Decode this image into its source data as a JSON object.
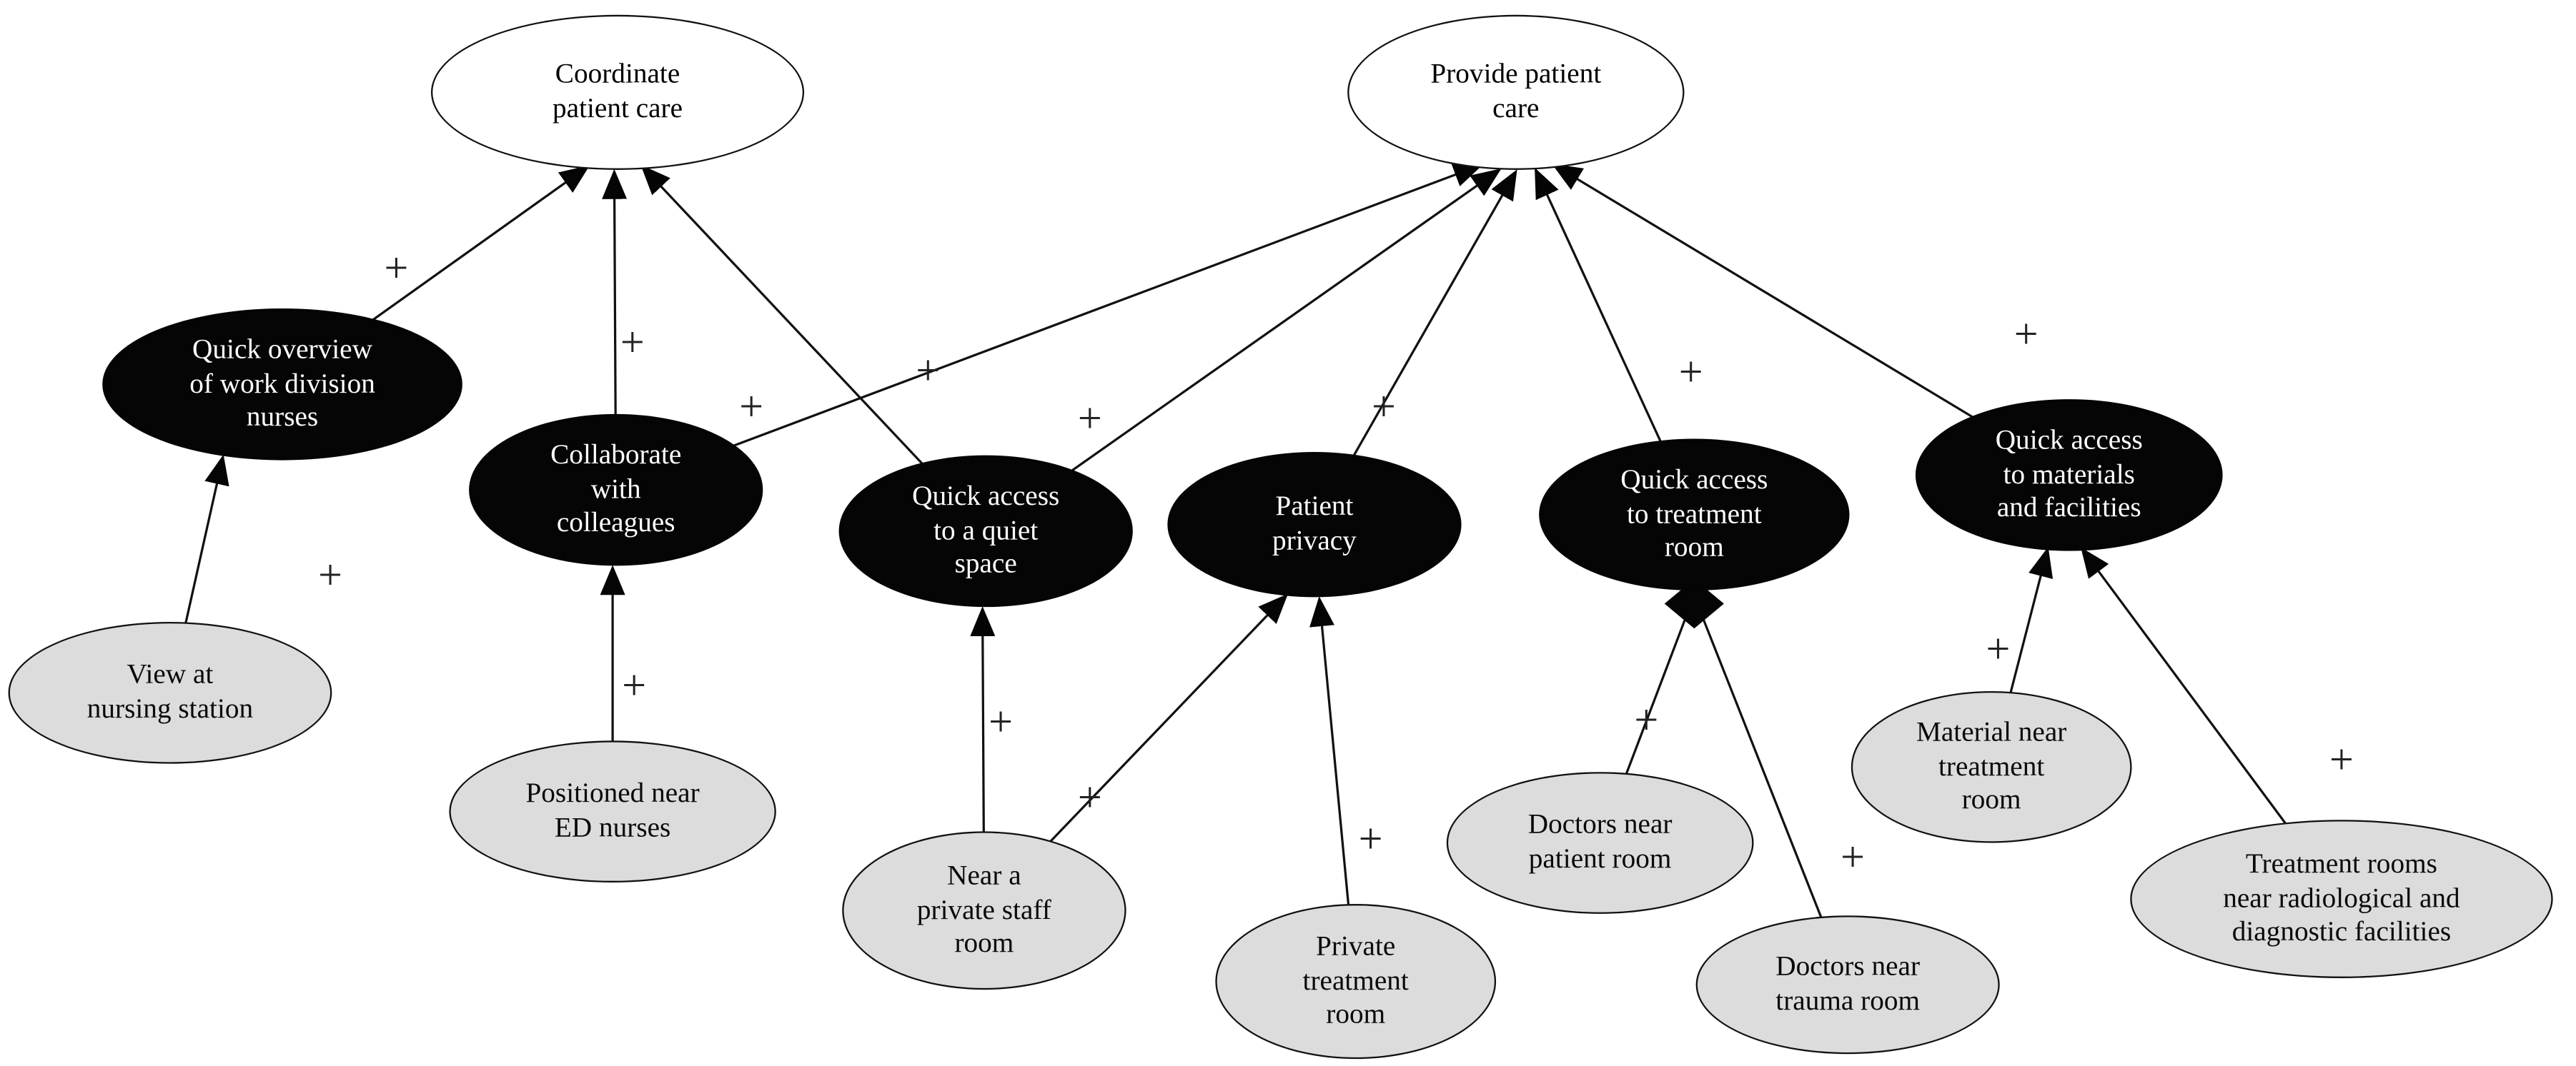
{
  "diagram": {
    "type": "goal-contribution-diagram",
    "background_color": "#ffffff",
    "colors": {
      "goal_fill": "#ffffff",
      "softgoal_fill": "#050505",
      "operationalization_fill": "#dcdcdc",
      "stroke": "#111111",
      "text_on_dark": "#ffffff",
      "text_on_light": "#000000"
    },
    "connector_glyphs": {
      "contribution_arrowhead": "solid-triangle",
      "and_decomposition_marker": "solid-diamond"
    }
  },
  "nodes": [
    {
      "id": "coordinate-patient-care",
      "type": "goal",
      "label": "Coordinate\npatient care"
    },
    {
      "id": "provide-patient-care",
      "type": "goal",
      "label": "Provide patient\ncare"
    },
    {
      "id": "quick-overview-work-division",
      "type": "softgoal",
      "label": "Quick overview\nof work division\nnurses"
    },
    {
      "id": "collaborate-with-colleagues",
      "type": "softgoal",
      "label": "Collaborate\nwith\ncolleagues"
    },
    {
      "id": "quick-access-quiet-space",
      "type": "softgoal",
      "label": "Quick access\nto a quiet\nspace"
    },
    {
      "id": "patient-privacy",
      "type": "softgoal",
      "label": "Patient\nprivacy"
    },
    {
      "id": "quick-access-treatment-room",
      "type": "softgoal",
      "label": "Quick access\nto treatment\nroom"
    },
    {
      "id": "quick-access-materials-facilities",
      "type": "softgoal",
      "label": "Quick access\nto materials\nand facilities"
    },
    {
      "id": "view-at-nursing-station",
      "type": "operationalization",
      "label": "View at\nnursing station"
    },
    {
      "id": "positioned-near-ed-nurses",
      "type": "operationalization",
      "label": "Positioned near\nED nurses"
    },
    {
      "id": "near-private-staff-room",
      "type": "operationalization",
      "label": "Near a\nprivate staff\nroom"
    },
    {
      "id": "private-treatment-room",
      "type": "operationalization",
      "label": "Private\ntreatment\nroom"
    },
    {
      "id": "doctors-near-patient-room",
      "type": "operationalization",
      "label": "Doctors near\npatient room"
    },
    {
      "id": "doctors-near-trauma-room",
      "type": "operationalization",
      "label": "Doctors near\ntrauma room"
    },
    {
      "id": "material-near-treatment-room",
      "type": "operationalization",
      "label": "Material near\ntreatment\nroom"
    },
    {
      "id": "treatment-rooms-near-radiological",
      "type": "operationalization",
      "label": "Treatment rooms\nnear radiological and\ndiagnostic facilities"
    }
  ],
  "edges": [
    {
      "from": "quick-overview-work-division",
      "to": "coordinate-patient-care",
      "label": "+"
    },
    {
      "from": "collaborate-with-colleagues",
      "to": "coordinate-patient-care",
      "label": "+"
    },
    {
      "from": "quick-access-quiet-space",
      "to": "coordinate-patient-care",
      "label": "+"
    },
    {
      "from": "collaborate-with-colleagues",
      "to": "provide-patient-care",
      "label": "+"
    },
    {
      "from": "quick-access-quiet-space",
      "to": "provide-patient-care",
      "label": "+"
    },
    {
      "from": "patient-privacy",
      "to": "provide-patient-care",
      "label": "+"
    },
    {
      "from": "quick-access-treatment-room",
      "to": "provide-patient-care",
      "label": "+"
    },
    {
      "from": "quick-access-materials-facilities",
      "to": "provide-patient-care",
      "label": "+"
    },
    {
      "from": "view-at-nursing-station",
      "to": "quick-overview-work-division",
      "label": "+"
    },
    {
      "from": "positioned-near-ed-nurses",
      "to": "collaborate-with-colleagues",
      "label": "+"
    },
    {
      "from": "near-private-staff-room",
      "to": "quick-access-quiet-space",
      "label": "+"
    },
    {
      "from": "near-private-staff-room",
      "to": "patient-privacy",
      "label": "+"
    },
    {
      "from": "private-treatment-room",
      "to": "patient-privacy",
      "label": "+"
    },
    {
      "from": "doctors-near-patient-room",
      "to": "quick-access-treatment-room",
      "label": "+"
    },
    {
      "from": "doctors-near-trauma-room",
      "to": "quick-access-treatment-room",
      "label": "+"
    },
    {
      "from": "material-near-treatment-room",
      "to": "quick-access-materials-facilities",
      "label": "+"
    },
    {
      "from": "treatment-rooms-near-radiological",
      "to": "quick-access-materials-facilities",
      "label": "+"
    }
  ]
}
